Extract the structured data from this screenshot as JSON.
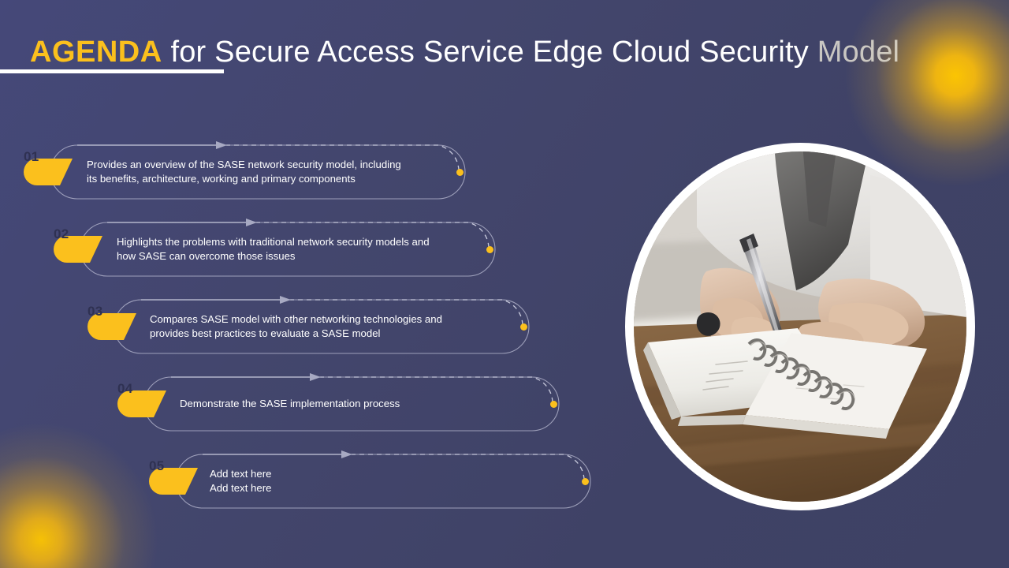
{
  "slide": {
    "background_color": "#424569",
    "accent_color": "#fbc01d",
    "text_color": "#ffffff"
  },
  "header": {
    "accent_word": "AGENDA",
    "middle_text": " for Secure Access Service Edge Cloud Security ",
    "faded_word": "Model",
    "full_title": "AGENDA for Secure Access Service Edge Cloud Security Model"
  },
  "agenda": {
    "items": [
      {
        "number": "01",
        "lines": [
          "Provides an overview of the SASE network security model, including",
          "its benefits, architecture, working and primary components"
        ]
      },
      {
        "number": "02",
        "lines": [
          "Highlights the problems with traditional network security models and",
          "how SASE can overcome those issues"
        ]
      },
      {
        "number": "03",
        "lines": [
          "Compares SASE model with other networking technologies and",
          "provides best practices to evaluate a SASE model"
        ]
      },
      {
        "number": "04",
        "lines": [
          "Demonstrate the SASE implementation process"
        ]
      },
      {
        "number": "05",
        "lines": [
          "Add text here",
          "Add text here"
        ]
      }
    ]
  },
  "media": {
    "photo_alt": "Person in white shirt and grey vest writing with a pen in a spiral notebook on a wooden desk",
    "frame_color": "#ffffff"
  }
}
